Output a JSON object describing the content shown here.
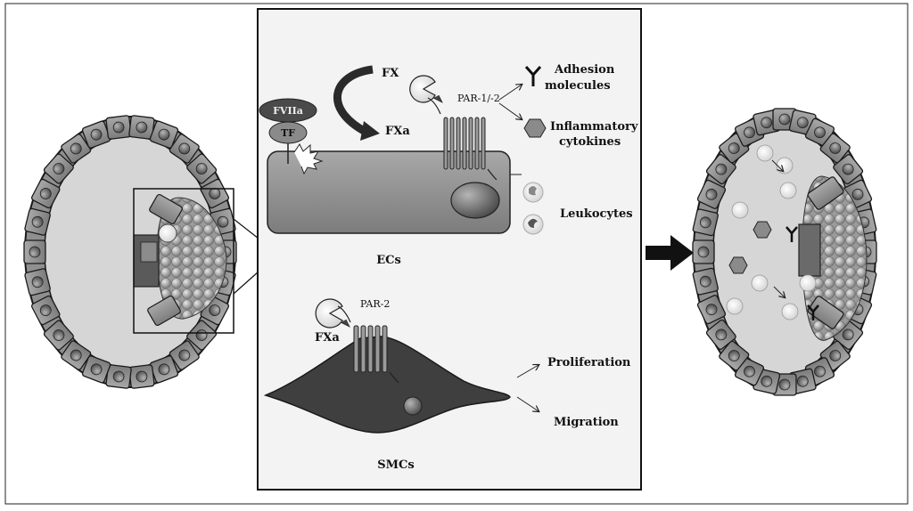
{
  "ec_panel": {
    "fx": "FX",
    "fxa": "FXa",
    "fviia": "FVIIa",
    "tf": "TF",
    "par12": "PAR-1/-2",
    "adhesion_line1": "Adhesion",
    "adhesion_line2": "molecules",
    "inflammatory_line1": "Inflammatory",
    "inflammatory_line2": "cytokines",
    "leukocytes": "Leukocytes",
    "cell_label": "ECs"
  },
  "smc_panel": {
    "par2": "PAR-2",
    "fxa": "FXa",
    "proliferation": "Proliferation",
    "migration": "Migration",
    "cell_label": "SMCs"
  },
  "colors": {
    "cell_fill": "#8f8f8f",
    "lumen_fill": "#d6d6d6",
    "nucleus_fill": "#6f6f6f",
    "smc_fill": "#3f3f3f",
    "outline": "#1a1a1a"
  }
}
